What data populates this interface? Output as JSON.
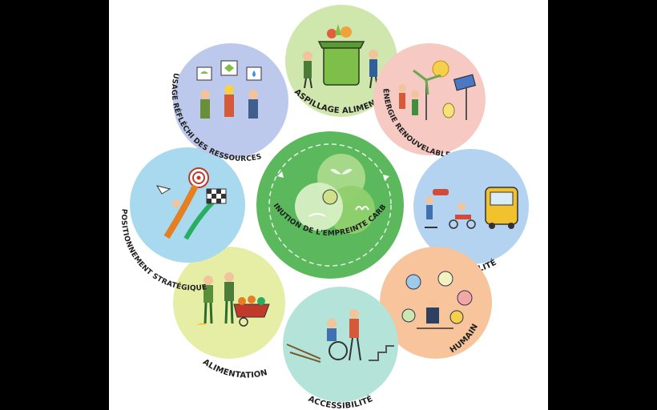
{
  "center": {
    "label": "DIMINUTION DE L'EMPREINTE CARBONE",
    "color": "#5cb85c"
  },
  "petals": [
    {
      "id": "gaspillage",
      "label": "GASPILLAGE ALIMENTAIRE",
      "color": "#cfe6ad"
    },
    {
      "id": "energie",
      "label": "ÉNERGIE RENOUVELABLE",
      "color": "#f6c9c3"
    },
    {
      "id": "mobilite",
      "label": "MOBILITÉ",
      "color": "#b3d3f1"
    },
    {
      "id": "humain",
      "label": "HUMAIN",
      "color": "#f7c49b"
    },
    {
      "id": "accessibilite",
      "label": "ACCESSIBILITÉ",
      "color": "#b3e3d9"
    },
    {
      "id": "alimentation",
      "label": "ALIMENTATION",
      "color": "#e6eea6"
    },
    {
      "id": "positionnement",
      "label": "POSITIONNEMENT STRATÉGIQUE",
      "color": "#a8d9ee"
    },
    {
      "id": "usage",
      "label": "USAGE RÉFLÉCHI DES RESSOURCES",
      "color": "#bcc8ec"
    }
  ]
}
